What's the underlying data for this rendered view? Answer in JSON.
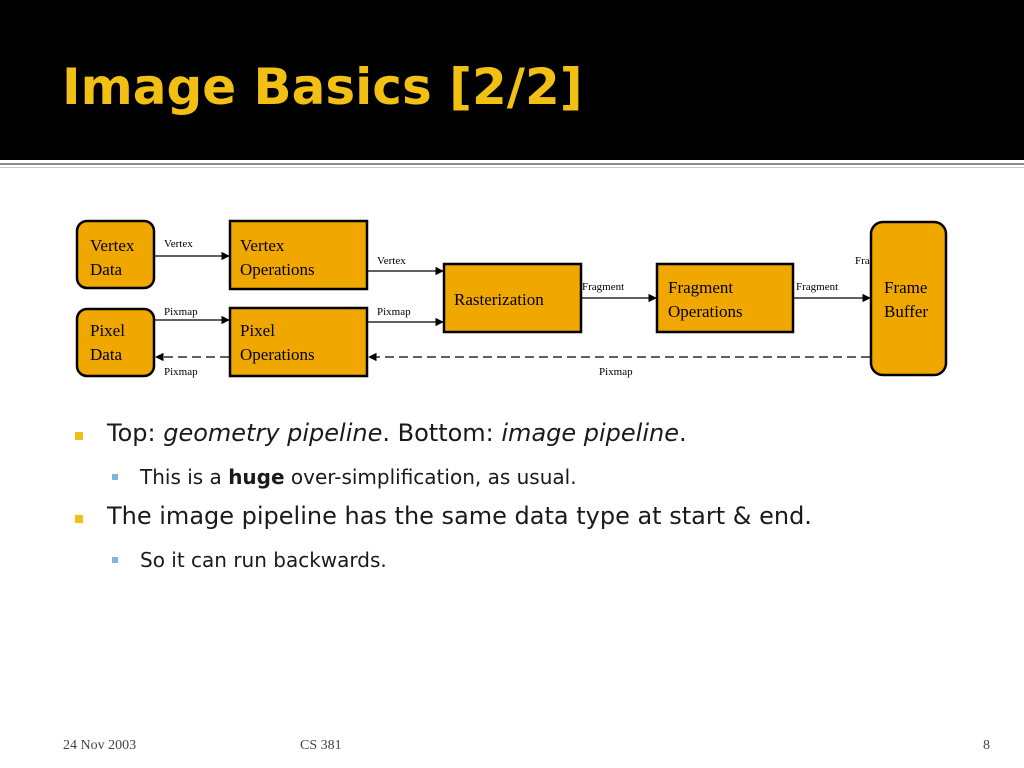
{
  "slide": {
    "title": "Image Basics [2/2]"
  },
  "diagram": {
    "boxes": {
      "vertex_data": [
        "Vertex",
        "Data"
      ],
      "pixel_data": [
        "Pixel",
        "Data"
      ],
      "vertex_ops": [
        "Vertex",
        "Operations"
      ],
      "pixel_ops": [
        "Pixel",
        "Operations"
      ],
      "rasterization": [
        "Rasterization"
      ],
      "fragment_ops": [
        "Fragment",
        "Operations"
      ],
      "frame_buffer": [
        "Frame",
        "Buffer"
      ]
    },
    "edges": {
      "vd_to_vo": "Vertex",
      "vo_to_ras": "Vertex",
      "pd_to_po": "Pixmap",
      "po_to_ras": "Pixmap",
      "ras_to_fo": "Fragment",
      "fo_to_fb": "Fragment",
      "fb_top_partial": "Fra",
      "po_to_pd": "Pixmap",
      "fb_to_po": "Pixmap"
    }
  },
  "bullets": {
    "b1": {
      "prefix": "Top: ",
      "em1": "geometry pipeline",
      "mid": ". Bottom: ",
      "em2": "image pipeline",
      "suffix": "."
    },
    "b1_1": {
      "prefix": "This is a ",
      "strong": "huge",
      "suffix": " over-simplification, as usual."
    },
    "b2": "The image pipeline has the same data type at start & end.",
    "b2_1": "So it can run backwards."
  },
  "footer": {
    "date": "24 Nov 2003",
    "course": "CS 381",
    "page": "8"
  },
  "colors": {
    "title": "#f2c013",
    "box_fill": "#f0a800",
    "bullet_l1": "#f2c013",
    "bullet_l2": "#7fb8d4"
  }
}
